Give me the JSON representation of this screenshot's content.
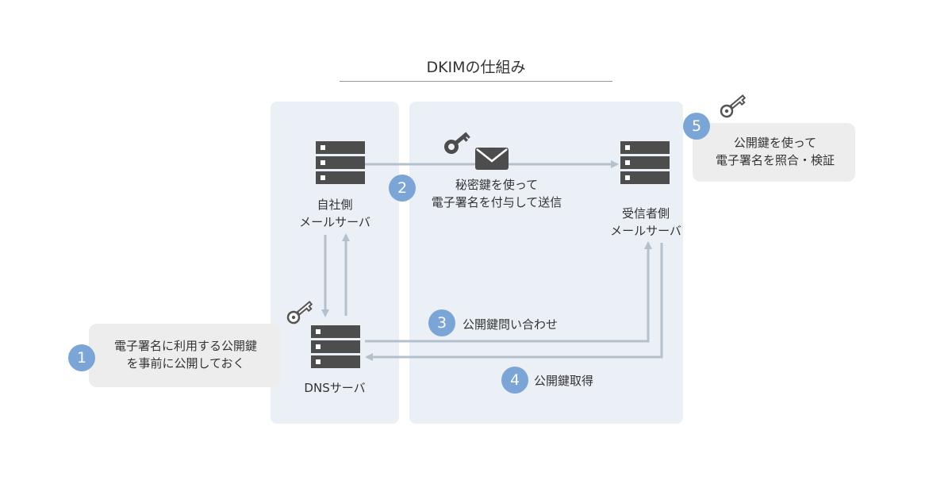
{
  "title": "DKIMの仕組み",
  "nodes": {
    "sender": {
      "line1": "自社側",
      "line2": "メールサーバ"
    },
    "receiver": {
      "line1": "受信者側",
      "line2": "メールサーバ"
    },
    "dns": {
      "label": "DNSサーバ"
    }
  },
  "steps": {
    "s1": {
      "number": "1",
      "line1": "電子署名に利用する公開鍵",
      "line2": "を事前に公開しておく"
    },
    "s2": {
      "number": "2",
      "line1": "秘密鍵を使って",
      "line2": "電子署名を付与して送信"
    },
    "s3": {
      "number": "3",
      "text": "公開鍵問い合わせ"
    },
    "s4": {
      "number": "4",
      "text": "公開鍵取得"
    },
    "s5": {
      "number": "5",
      "line1": "公開鍵を使って",
      "line2": "電子署名を照合・検証"
    }
  },
  "colors": {
    "panel": "#ebf0f7",
    "badge": "#7aa5d6",
    "server": "#4d4d4d",
    "arrow": "#b4c0cc",
    "callout": "#ededed"
  },
  "icons": [
    "server-icon",
    "key-icon",
    "envelope-icon",
    "arrow"
  ]
}
